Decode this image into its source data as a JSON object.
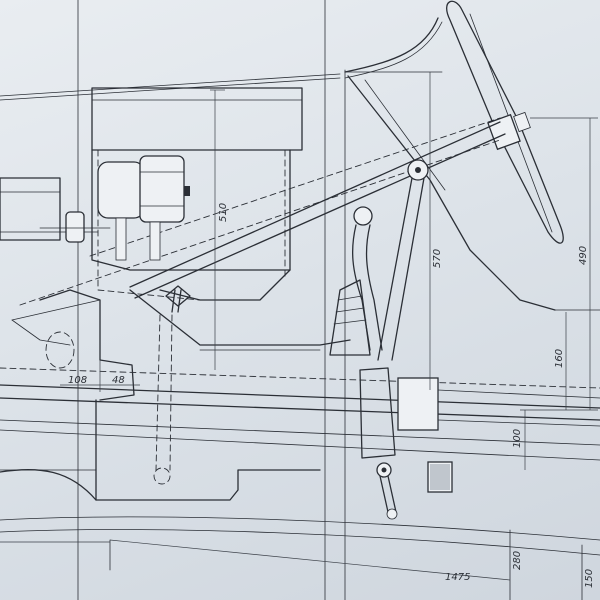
{
  "drawing": {
    "dimensions": {
      "d510": "510",
      "d570": "570",
      "d490": "490",
      "d160": "160",
      "d100": "100",
      "d108": "108",
      "d48": "48",
      "d280": "280",
      "d1475": "1475",
      "d150": "150"
    },
    "colors": {
      "line": "#2b2f36",
      "paper": "#e3e8ed"
    }
  }
}
